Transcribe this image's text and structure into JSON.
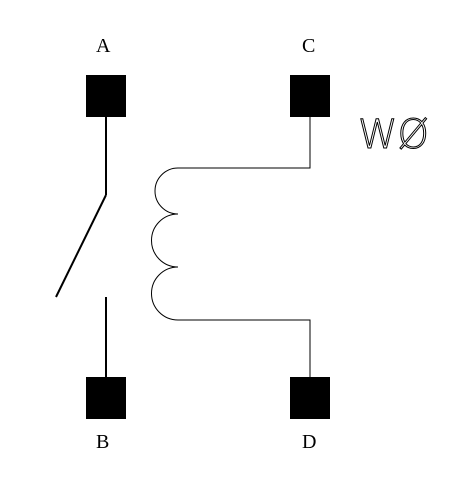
{
  "diagram": {
    "component_label": "WØ",
    "terminals": {
      "a": "A",
      "b": "B",
      "c": "C",
      "d": "D"
    },
    "colors": {
      "ink": "#000000",
      "background": "#ffffff"
    }
  }
}
